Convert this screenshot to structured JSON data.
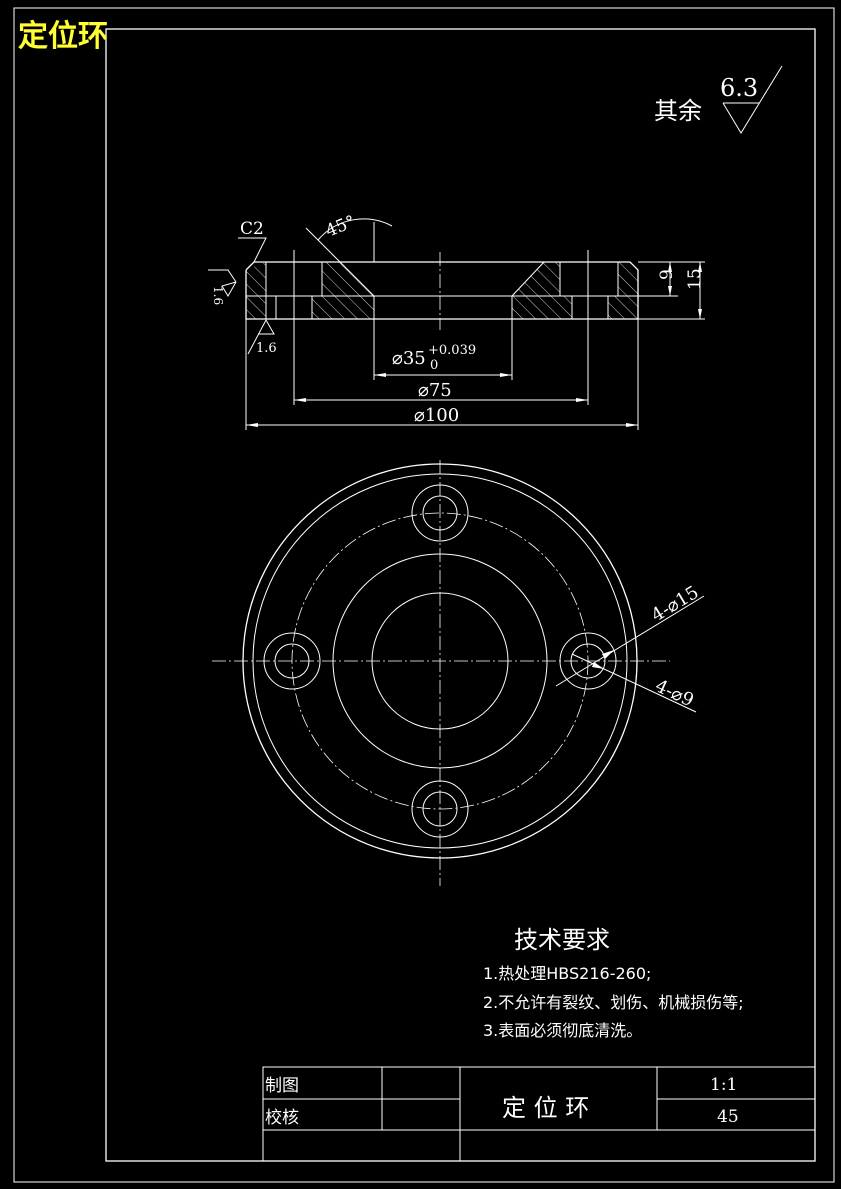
{
  "corner_title": "定位环",
  "roughness": {
    "note": "其余",
    "value": "6.3",
    "local_value": "1.6",
    "local_value_2": "1.6"
  },
  "section_view": {
    "chamfer": "C2",
    "angle": "45°",
    "dim_inner": "⌀35",
    "tol_upper": "+0.039",
    "tol_lower": "0",
    "dim_mid": "⌀75",
    "dim_outer": "⌀100",
    "dim_height_small": "9",
    "dim_height_total": "15"
  },
  "plan_view": {
    "hole_large": "4-⌀15",
    "hole_small": "4-⌀9"
  },
  "tech_requirements": {
    "heading": "技术要求",
    "items": [
      "1.热处理HBS216-260;",
      "2.不允许有裂纹、划伤、机械损伤等;",
      "3.表面必须彻底清洗。"
    ]
  },
  "title_block": {
    "drawn_label": "制图",
    "checked_label": "校核",
    "part_name": "定 位 环",
    "scale": "1:1",
    "material": "45"
  }
}
